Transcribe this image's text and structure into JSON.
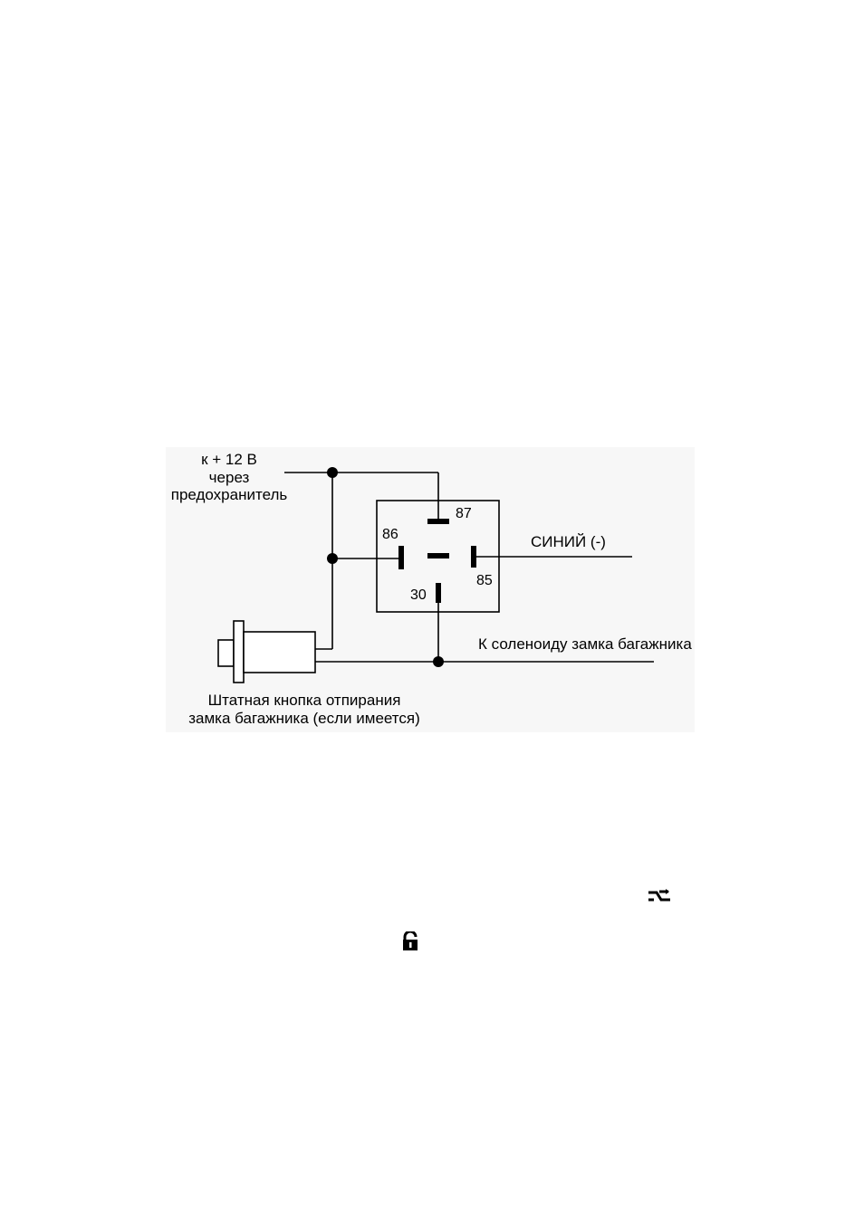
{
  "diagram": {
    "power_label": {
      "line1": "к + 12 В",
      "line2": "через",
      "line3": "предохранитель"
    },
    "relay_pins": {
      "pin87": "87",
      "pin86": "86",
      "pin85": "85",
      "pin30": "30"
    },
    "blue_wire_label": "СИНИЙ (-)",
    "solenoid_label": "К соленоиду замка багажника",
    "button_label": {
      "line1": "Штатная кнопка отпирания",
      "line2": "замка багажника (если имеется)"
    }
  },
  "icons": {
    "channel_icon": "channel-switch-icon",
    "trunk_icon": "trunk-unlock-icon"
  },
  "colors": {
    "ink": "#000000",
    "panel_bg": "#f7f7f7"
  }
}
